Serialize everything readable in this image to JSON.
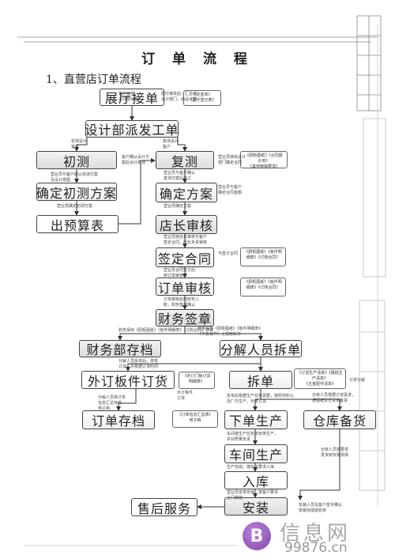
{
  "title": "订 单 流 程",
  "section": "1、直营店订单流程",
  "boxes": {
    "showroom": "展厅接单",
    "design_dispatch": "设计部派发工单",
    "first_measure": "初测",
    "re_measure": "复测",
    "confirm_initial": "确定初测方案",
    "confirm_plan": "确定方案",
    "budget": "出预算表",
    "store_review": "店长审核",
    "sign_contract": "签定合同",
    "order_review": "订单审核",
    "finance_sign": "财务签章",
    "finance_archive": "财务部存档",
    "split_staff": "分解人员拆单",
    "outsource": "外订板件订货",
    "split": "拆单",
    "order_archive": "订单存档",
    "production": "下单生产",
    "warehouse": "仓库备货",
    "workshop": "车间生产",
    "inbound": "入库",
    "install": "安装",
    "after_sales": "售后服务"
  },
  "docs": {
    "showroom_doc": "《定金单》\n《展厅登记表》",
    "re_measure_doc": "《厨柜图纸》《合同报价单》\n《其他特殊要求》",
    "sign_doc": "《厨柜图纸》《板件明细表》《订购合同》",
    "order_doc": "《厨柜图纸》《板件明细表》《订购合同》",
    "outsource_doc": "《外订门板订货明细表》",
    "split_doc": "《订货生产清单》《报损生产清单》\n《五金配件清单》",
    "archive_doc": "《订单信息汇总表》\n电子档"
  },
  "notes": {
    "n_showroom": "客户信息\n设计部分配",
    "n_showroom2": "展厅接单后，汇总给\n设计部门，由设计部",
    "n_dispatch_l": "初测设计\n客户",
    "n_dispatch_r": "复测设计\n客户",
    "n_first": "营业员与客户确认初测方案\n及设计意图",
    "n_first2": "营业员确定初测方案",
    "n_re": "客户确认设计方\n案后设计复测",
    "n_re2": "营业员与客户确认\n复测方案后签订",
    "n_re3": "营业员转给设计\n部门确定合同",
    "n_plan": "营业员确定方案",
    "n_plan2": "营业员与客户\n确定合同金额",
    "n_store": "营业员转店长审核与客户\n签定合同，店长负责审核",
    "n_store2": "与签订合同",
    "n_sign": "营业员合同签订后\n转订单审核",
    "n_order": "订单审核后到财务入\n账，财务签章确认",
    "n_finance_l": "财务保存《厨柜图纸》《板件明细表》《订购合同》存档",
    "n_finance_r": "财务保存《厨柜图纸》《板件明细表》\n《不含板件》上报给拆单",
    "n_split_l": "分解人员拆单后，将单\n订货，并根据订货时间",
    "n_outsource": "外订板件\n订货",
    "n_split_r": "订单分解",
    "n_archive": "分解人员将订单\n信息汇总存档\n电子档",
    "n_production": "拆单后根据生产任务需要，按原材料以\n及厂内生产，外发订货",
    "n_warehouse": "仓库人员根据订单需求，\n按图纸及订货单备货",
    "n_workshop": "车间按生产任务单安排生产，\n并对质量负责",
    "n_inbound": "生产完成，按出货要求入库",
    "n_install": "营业员安排安装，按客户要求\n上门安装",
    "n_install2": "安装人员及客户签字确认\n安装完成验收单",
    "n_warehouse2": "仓库人员按要求\n发货到安装现场"
  },
  "watermark": {
    "logo_letter": "B",
    "site_name": "信息网",
    "site_num": "99876.cn"
  }
}
